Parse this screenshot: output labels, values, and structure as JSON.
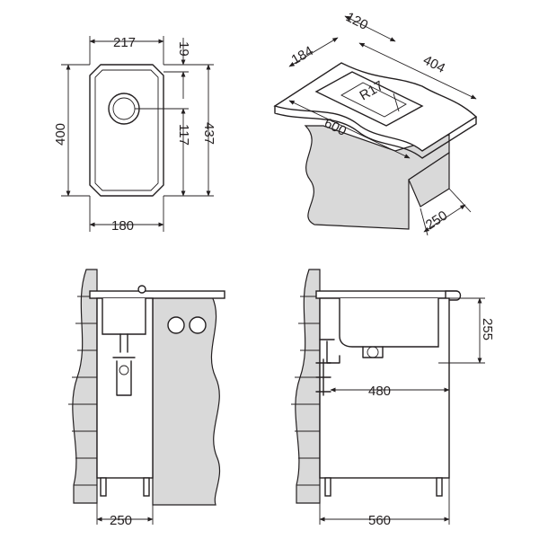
{
  "top_view": {
    "width_outer": "217",
    "top_offset": "19",
    "height_outer": "400",
    "drain_offset": "117",
    "height_total": "437",
    "width_bowl": "180"
  },
  "iso_view": {
    "depth_top": "120",
    "depth_side": "184",
    "length_back": "404",
    "radius": "R17",
    "front_length": "600",
    "side_depth": "250"
  },
  "front_view": {
    "cabinet_width": "250"
  },
  "side_view": {
    "bowl_depth": "255",
    "drain_distance": "480",
    "cabinet_depth": "560"
  }
}
